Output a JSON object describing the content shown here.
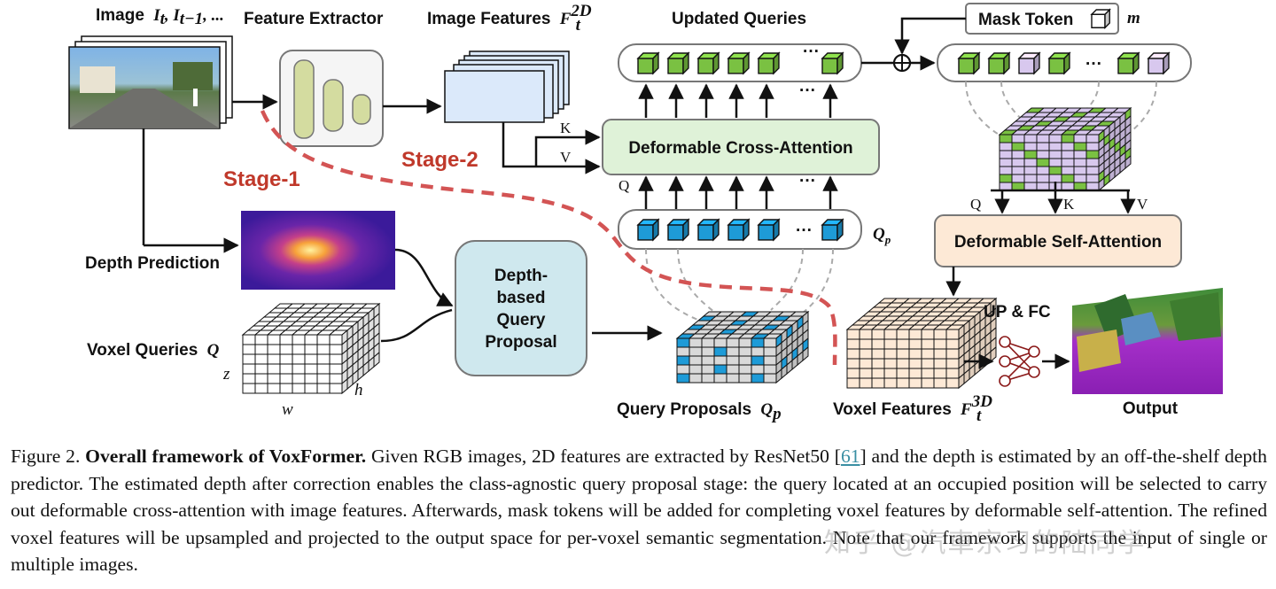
{
  "figure": {
    "labels": {
      "image": "Image",
      "image_math": "I",
      "image_sub1": "t",
      "image_sep": ", ",
      "image_math2": "I",
      "image_sub2": "t−1",
      "image_tail": ", ...",
      "feature_extractor": "Feature Extractor",
      "image_features": "Image Features",
      "image_features_math": "F",
      "image_features_sup": "2D",
      "image_features_sub": "t",
      "updated_queries": "Updated Queries",
      "mask_token": "Mask Token",
      "mask_token_math": "m",
      "deformable_cross_attention": "Deformable Cross-Attention",
      "deformable_self_attention": "Deformable Self-Attention",
      "stage1": "Stage-1",
      "stage2": "Stage-2",
      "depth_prediction": "Depth Prediction",
      "voxel_queries": "Voxel Queries",
      "voxel_queries_math": "Q",
      "dim_z": "z",
      "dim_h": "h",
      "dim_w": "w",
      "depth_based": "Depth-",
      "depth_based_2": "based",
      "depth_based_3": "Query",
      "depth_based_4": "Proposal",
      "query_proposals": "Query Proposals",
      "query_proposals_math": "Q",
      "query_proposals_sub": "p",
      "qp_label_math": "Q",
      "qp_label_sub": "p",
      "voxel_features": "Voxel Features",
      "voxel_features_math": "F",
      "voxel_features_sup": "3D",
      "voxel_features_sub": "t",
      "up_fc": "UP & FC",
      "output": "Output",
      "k": "K",
      "v": "V",
      "q": "Q",
      "ellipsis": "···"
    },
    "colors": {
      "green_cube": "#7ac142",
      "blue_cube": "#1e9bd7",
      "lavender_cube": "#d8c8ee",
      "cross_attn_fill": "#dff2d8",
      "self_attn_fill": "#fde9d6",
      "proposal_fill": "#cfe8ee",
      "stage_red": "#d35454",
      "extractor_bar": "#d4dca0",
      "feature_fill": "#dbe9fa"
    }
  },
  "caption": {
    "prefix": "Figure 2. ",
    "bold": "Overall framework of VoxFormer.",
    "text1": " Given RGB images, 2D features are extracted by ResNet50 ",
    "cite_open": "[",
    "cite": "61",
    "cite_close": "]",
    "text2": " and the depth is estimated by an off-the-shelf depth predictor. The estimated depth after correction enables the class-agnostic query proposal stage: the query located at an occupied position will be selected to carry out deformable cross-attention with image features. Afterwards, mask tokens will be added for completing voxel features by deformable self-attention. The refined voxel features will be upsampled and projected to the output space for per-voxel semantic segmentation. Note that our framework supports the input of single or multiple images."
  },
  "watermark": "知乎 @汽車宗习的陆同学"
}
